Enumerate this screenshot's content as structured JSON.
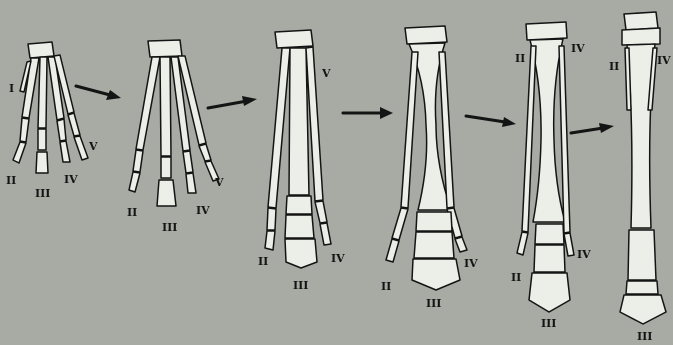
{
  "stages": [
    {
      "labels": {
        "I": "I",
        "II": "II",
        "III": "III",
        "IV": "IV",
        "V": "V"
      }
    },
    {
      "labels": {
        "II": "II",
        "III": "III",
        "IV": "IV",
        "V": "V"
      }
    },
    {
      "labels": {
        "II": "II",
        "III": "III",
        "IV": "IV",
        "V": "V"
      }
    },
    {
      "labels": {
        "II": "II",
        "III": "III",
        "IV": "IV"
      }
    },
    {
      "labels": {
        "II": "II",
        "III": "III",
        "IV": "IV",
        "II_top": "II",
        "IV_top": "IV"
      }
    },
    {
      "labels": {
        "II": "II",
        "III": "III",
        "IV": "IV"
      }
    }
  ],
  "colors": {
    "background": "#a8aba4",
    "bone": "#eceee8",
    "ink": "#141414"
  }
}
